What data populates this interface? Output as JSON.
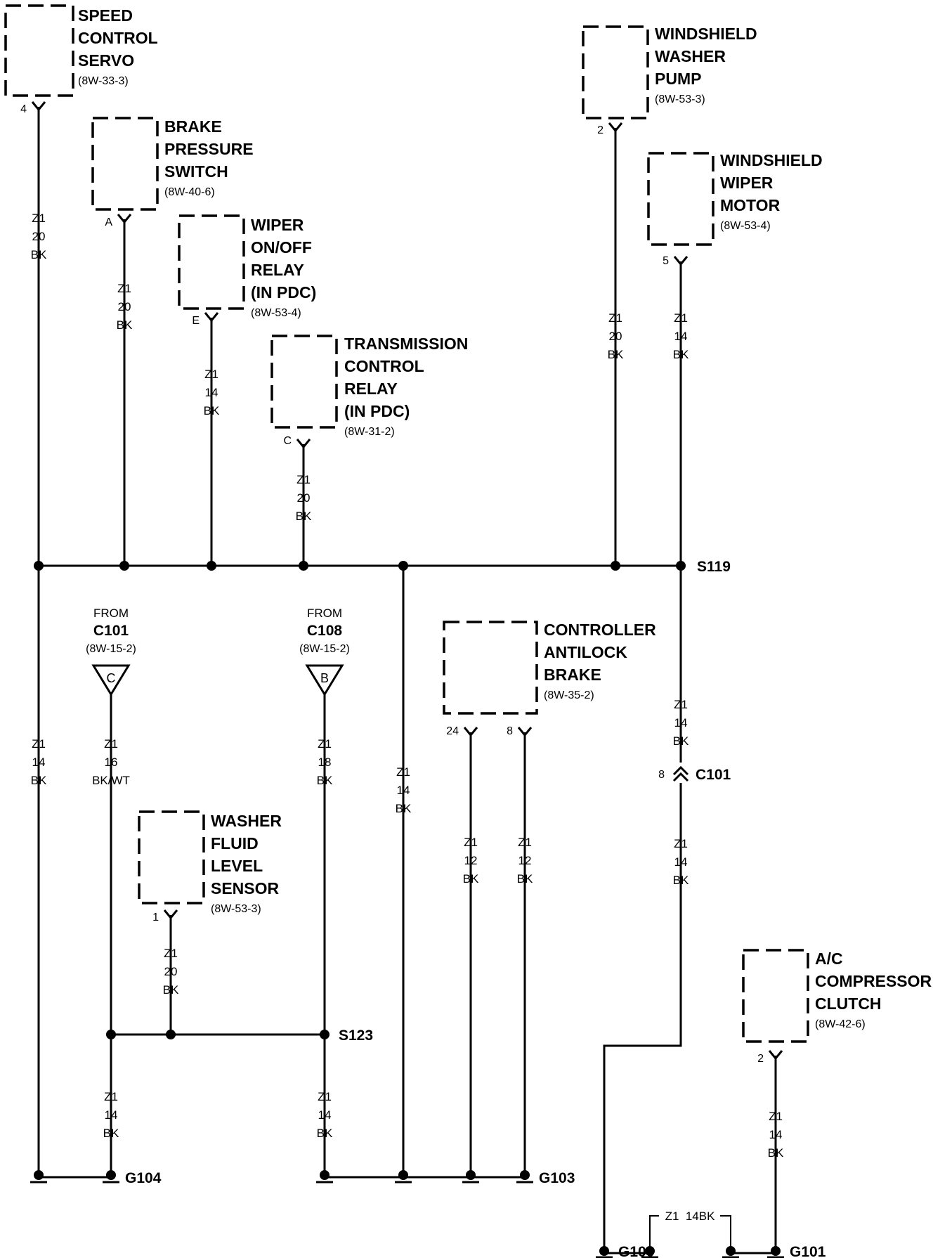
{
  "components": {
    "speed_control_servo": {
      "name": [
        "SPEED",
        "CONTROL",
        "SERVO"
      ],
      "ref": "(8W-33-3)",
      "pin": "4"
    },
    "brake_pressure_switch": {
      "name": [
        "BRAKE",
        "PRESSURE",
        "SWITCH"
      ],
      "ref": "(8W-40-6)",
      "pin": "A"
    },
    "wiper_onoff_relay": {
      "name": [
        "WIPER",
        "ON/OFF",
        "RELAY",
        "(IN PDC)"
      ],
      "ref": "(8W-53-4)",
      "pin": "E"
    },
    "transmission_control_relay": {
      "name": [
        "TRANSMISSION",
        "CONTROL",
        "RELAY",
        "(IN PDC)"
      ],
      "ref": "(8W-31-2)",
      "pin": "C"
    },
    "windshield_washer_pump": {
      "name": [
        "WINDSHIELD",
        "WASHER",
        "PUMP"
      ],
      "ref": "(8W-53-3)",
      "pin": "2"
    },
    "windshield_wiper_motor": {
      "name": [
        "WINDSHIELD",
        "WIPER",
        "MOTOR"
      ],
      "ref": "(8W-53-4)",
      "pin": "5"
    },
    "controller_antilock_brake": {
      "name": [
        "CONTROLLER",
        "ANTILOCK",
        "BRAKE"
      ],
      "ref": "(8W-35-2)",
      "pins": [
        "24",
        "8"
      ]
    },
    "washer_fluid_level_sensor": {
      "name": [
        "WASHER",
        "FLUID",
        "LEVEL",
        "SENSOR"
      ],
      "ref": "(8W-53-3)",
      "pin": "1"
    },
    "ac_compressor_clutch": {
      "name": [
        "A/C",
        "COMPRESSOR",
        "CLUTCH"
      ],
      "ref": "(8W-42-6)",
      "pin": "2"
    }
  },
  "wire_labels": {
    "servo": [
      "Z1",
      "20",
      "BK"
    ],
    "brake_switch": [
      "Z1",
      "20",
      "BK"
    ],
    "wiper_relay": [
      "Z1",
      "14",
      "BK"
    ],
    "trans_relay": [
      "Z1",
      "20",
      "BK"
    ],
    "washer_pump": [
      "Z1",
      "20",
      "BK"
    ],
    "wiper_motor": [
      "Z1",
      "14",
      "BK"
    ],
    "left_main_lower": [
      "Z1",
      "14",
      "BK"
    ],
    "c101_c": [
      "Z1",
      "16",
      "BK/WT"
    ],
    "c108_b": [
      "Z1",
      "18",
      "BK"
    ],
    "center_down": [
      "Z1",
      "14",
      "BK"
    ],
    "abs_24": [
      "Z1",
      "12",
      "BK"
    ],
    "abs_8": [
      "Z1",
      "12",
      "BK"
    ],
    "s119_to_c101": [
      "Z1",
      "14",
      "BK"
    ],
    "c101_down": [
      "Z1",
      "14",
      "BK"
    ],
    "sensor": [
      "Z1",
      "20",
      "BK"
    ],
    "s123_left": [
      "Z1",
      "14",
      "BK"
    ],
    "s123_right": [
      "Z1",
      "14",
      "BK"
    ],
    "ac_clutch": [
      "Z1",
      "14",
      "BK"
    ],
    "g100_g101_jumper": "Z1  14BK"
  },
  "splices": {
    "s119": "S119",
    "s123": "S123"
  },
  "sources": {
    "c101": {
      "from": "FROM",
      "connector": "C101",
      "ref": "(8W-15-2)",
      "cavity": "C"
    },
    "c108": {
      "from": "FROM",
      "connector": "C108",
      "ref": "(8W-15-2)",
      "cavity": "B"
    }
  },
  "inline_connector": {
    "name": "C101",
    "pin": "8"
  },
  "grounds": {
    "g104": "G104",
    "g103": "G103",
    "g100": "G100",
    "g101": "G101"
  }
}
